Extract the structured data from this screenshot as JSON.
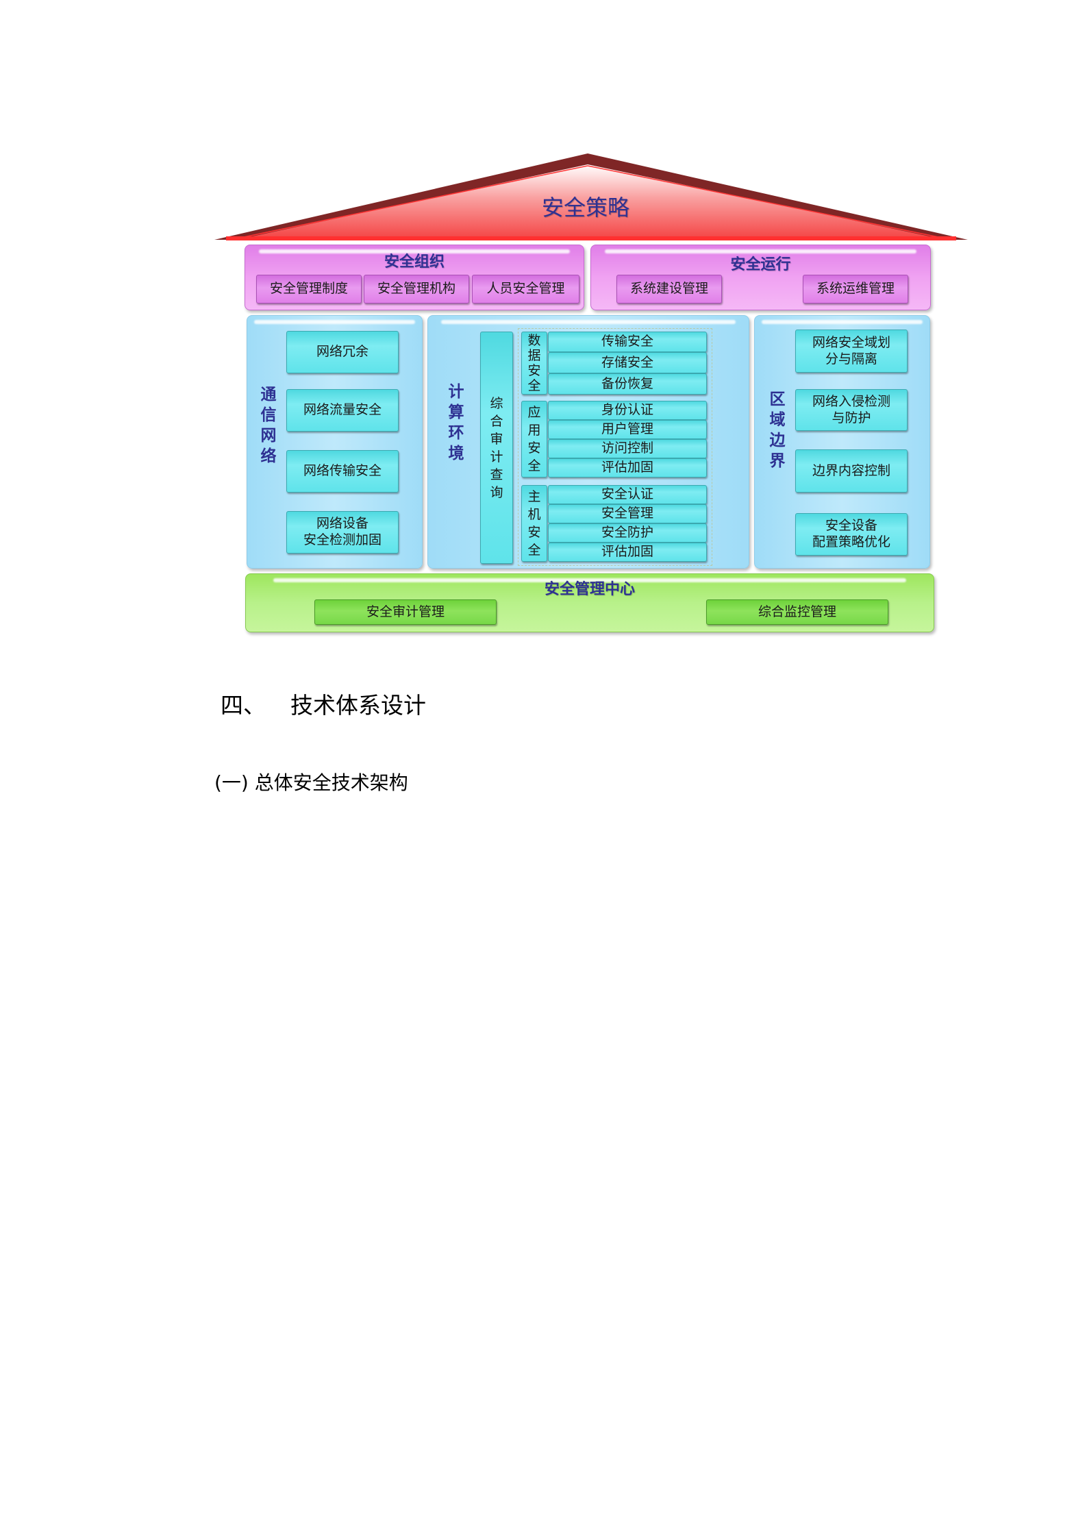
{
  "diagram": {
    "roof": {
      "title": "安全策略",
      "fill": "#f44a4a",
      "edge": "#7f2626"
    },
    "security_organization": {
      "title": "安全组织",
      "items": [
        "安全管理制度",
        "安全管理机构",
        "人员安全管理"
      ]
    },
    "security_operation": {
      "title": "安全运行",
      "items": [
        "系统建设管理",
        "系统运维管理"
      ]
    },
    "communication_network": {
      "title": "通信网络",
      "items": [
        "网络冗余",
        "网络流量安全",
        "网络传输安全",
        "网络设备\n安全检测加固"
      ]
    },
    "computing_environment": {
      "title": "计算环境",
      "audit_bar": "综合审计查询",
      "groups": [
        {
          "label": "数据安全",
          "items": [
            "传输安全",
            "存储安全",
            "备份恢复"
          ]
        },
        {
          "label": "应用安全",
          "items": [
            "身份认证",
            "用户管理",
            "访问控制",
            "评估加固"
          ]
        },
        {
          "label": "主机安全",
          "items": [
            "安全认证",
            "安全管理",
            "安全防护",
            "评估加固"
          ]
        }
      ]
    },
    "area_boundary": {
      "title": "区域边界",
      "items": [
        "网络安全域划\n分与隔离",
        "网络入侵检测\n与防护",
        "边界内容控制",
        "安全设备\n配置策略优化"
      ]
    },
    "management_center": {
      "title": "安全管理中心",
      "items": [
        "安全审计管理",
        "综合监控管理"
      ]
    },
    "colors": {
      "title_text": "#2e3192",
      "purple": "#f0a2f2",
      "blue_panel": "#bfe9fb",
      "cyan_box": "#7eecf2",
      "green": "#b8f18a"
    }
  },
  "document": {
    "heading_number": "四、",
    "heading_text": "技术体系设计",
    "subheading": "(一) 总体安全技术架构"
  }
}
